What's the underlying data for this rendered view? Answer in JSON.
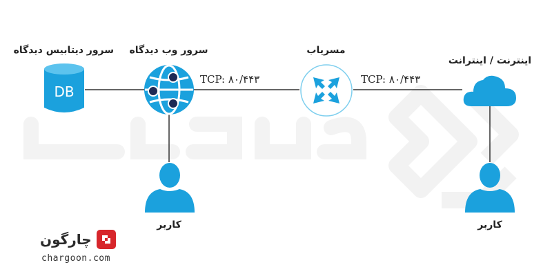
{
  "nodes": {
    "database": {
      "label": "سرور دیتابیس دیدگاه",
      "icon": "database-icon",
      "text": "DB"
    },
    "web_server": {
      "label": "سرور وب دیدگاه",
      "icon": "web-server-globe-icon"
    },
    "router": {
      "label": "مسریاب",
      "icon": "router-icon"
    },
    "internet": {
      "label": "اینترنت / اینترانت",
      "icon": "cloud-icon"
    },
    "user_left": {
      "label": "کاربر",
      "icon": "user-icon"
    },
    "user_right": {
      "label": "کاربر",
      "icon": "user-icon"
    }
  },
  "links": {
    "web_to_router": "TCP: ۸۰/۴۴۳",
    "router_to_internet": "TCP: ۸۰/۴۴۳"
  },
  "brand": {
    "name": "چارگون",
    "url": "chargoon.com",
    "logo_icon": "chargoon-logo-icon",
    "accent": "#d7262b"
  },
  "watermark": {
    "text": "دیدگاه",
    "icon": "didgah-watermark-icon"
  },
  "colors": {
    "icon_blue": "#1ba1dd",
    "line": "#333333",
    "watermark": "#f3f3f3"
  }
}
